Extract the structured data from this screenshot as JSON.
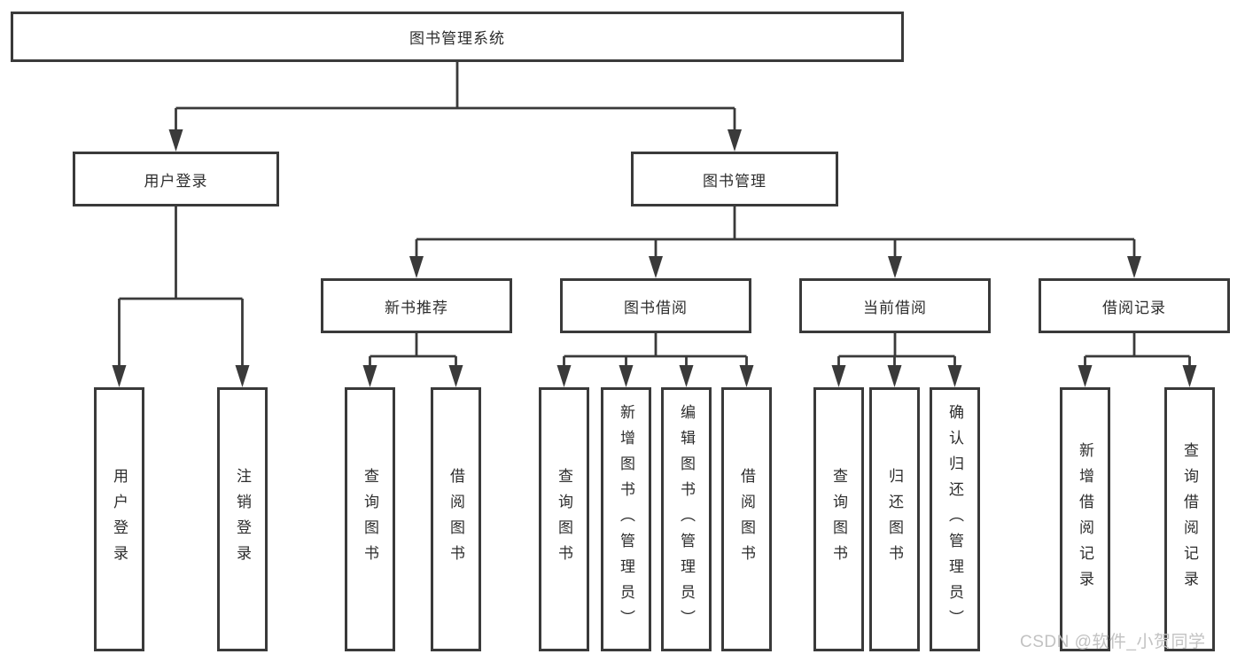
{
  "diagram_title": "图书管理系统",
  "nodes": {
    "root": {
      "label": "图书管理系统"
    },
    "user_login": {
      "label": "用户登录"
    },
    "book_management": {
      "label": "图书管理"
    },
    "new_book_recommend": {
      "label": "新书推荐"
    },
    "book_borrow": {
      "label": "图书借阅"
    },
    "current_borrow": {
      "label": "当前借阅"
    },
    "borrow_record": {
      "label": "借阅记录"
    },
    "leaf_user_login": {
      "label": "用户登录"
    },
    "leaf_logout": {
      "label": "注销登录"
    },
    "leaf_recommend_query_book": {
      "label": "查询图书"
    },
    "leaf_recommend_borrow_book": {
      "label": "借阅图书"
    },
    "leaf_borrow_query_book": {
      "label": "查询图书"
    },
    "leaf_borrow_add_book": {
      "label": "新增图书（管理员）"
    },
    "leaf_borrow_edit_book": {
      "label": "编辑图书（管理员）"
    },
    "leaf_borrow_borrow_book": {
      "label": "借阅图书"
    },
    "leaf_current_query_book": {
      "label": "查询图书"
    },
    "leaf_current_return_book": {
      "label": "归还图书"
    },
    "leaf_current_confirm_return": {
      "label": "确认归还（管理员）"
    },
    "leaf_record_add_record": {
      "label": "新增借阅记录"
    },
    "leaf_record_query_record": {
      "label": "查询借阅记录"
    }
  },
  "watermark": "CSDN @软件_小贺同学",
  "colors": {
    "line": "#3a3a3a",
    "box_border": "#3a3a3a",
    "text": "#2d2d2d",
    "watermark": "#c2c2c2",
    "background": "#ffffff"
  }
}
